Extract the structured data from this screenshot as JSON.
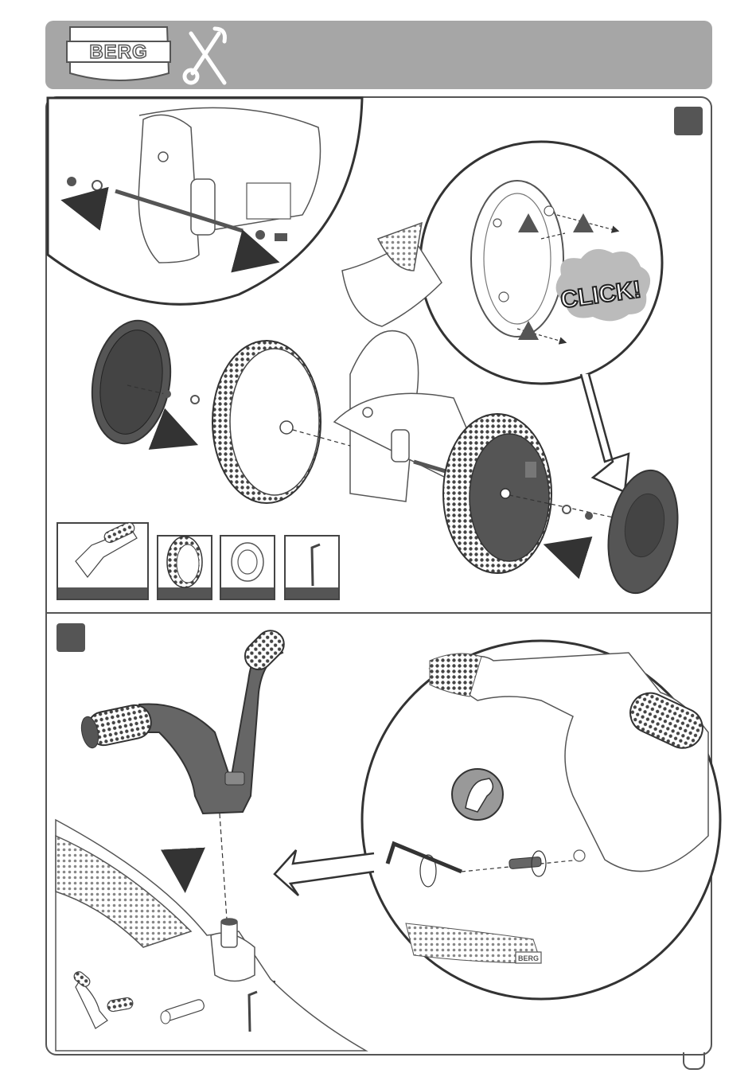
{
  "header": {
    "brand": "BERG",
    "tools_icon": "wrench-screwdriver-icon"
  },
  "steps": [
    {
      "callout_text": "CLICK!",
      "icons": [
        "magnifier-callout",
        "warning-triangle-icon",
        "arrow-icon"
      ],
      "parts": [
        "steering-part-icon",
        "wheel-icon",
        "washer-icon",
        "hex-key-icon"
      ]
    },
    {
      "icons": [
        "magnifier-callout",
        "flexed-arm-icon",
        "rotate-arrow-icon",
        "down-arrow-icon"
      ],
      "hub_brand": "BERG",
      "parts": [
        "handlebar-icon",
        "bolt-icon",
        "hex-key-icon"
      ]
    }
  ],
  "colors": {
    "header_bg": "#a6a6a6",
    "frame": "#555555",
    "warning": "#555555"
  }
}
